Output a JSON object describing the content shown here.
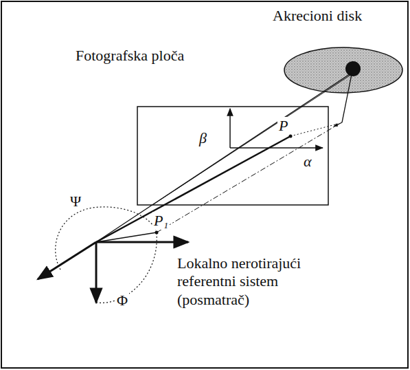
{
  "diagram": {
    "labels": [
      "Akrecioni disk",
      "Fotografska ploča",
      "β",
      "P",
      "α",
      "Ψ",
      "P₁",
      "Φ",
      "Lokalno nerotirajući referentni sistem (posmatrač)"
    ]
  }
}
